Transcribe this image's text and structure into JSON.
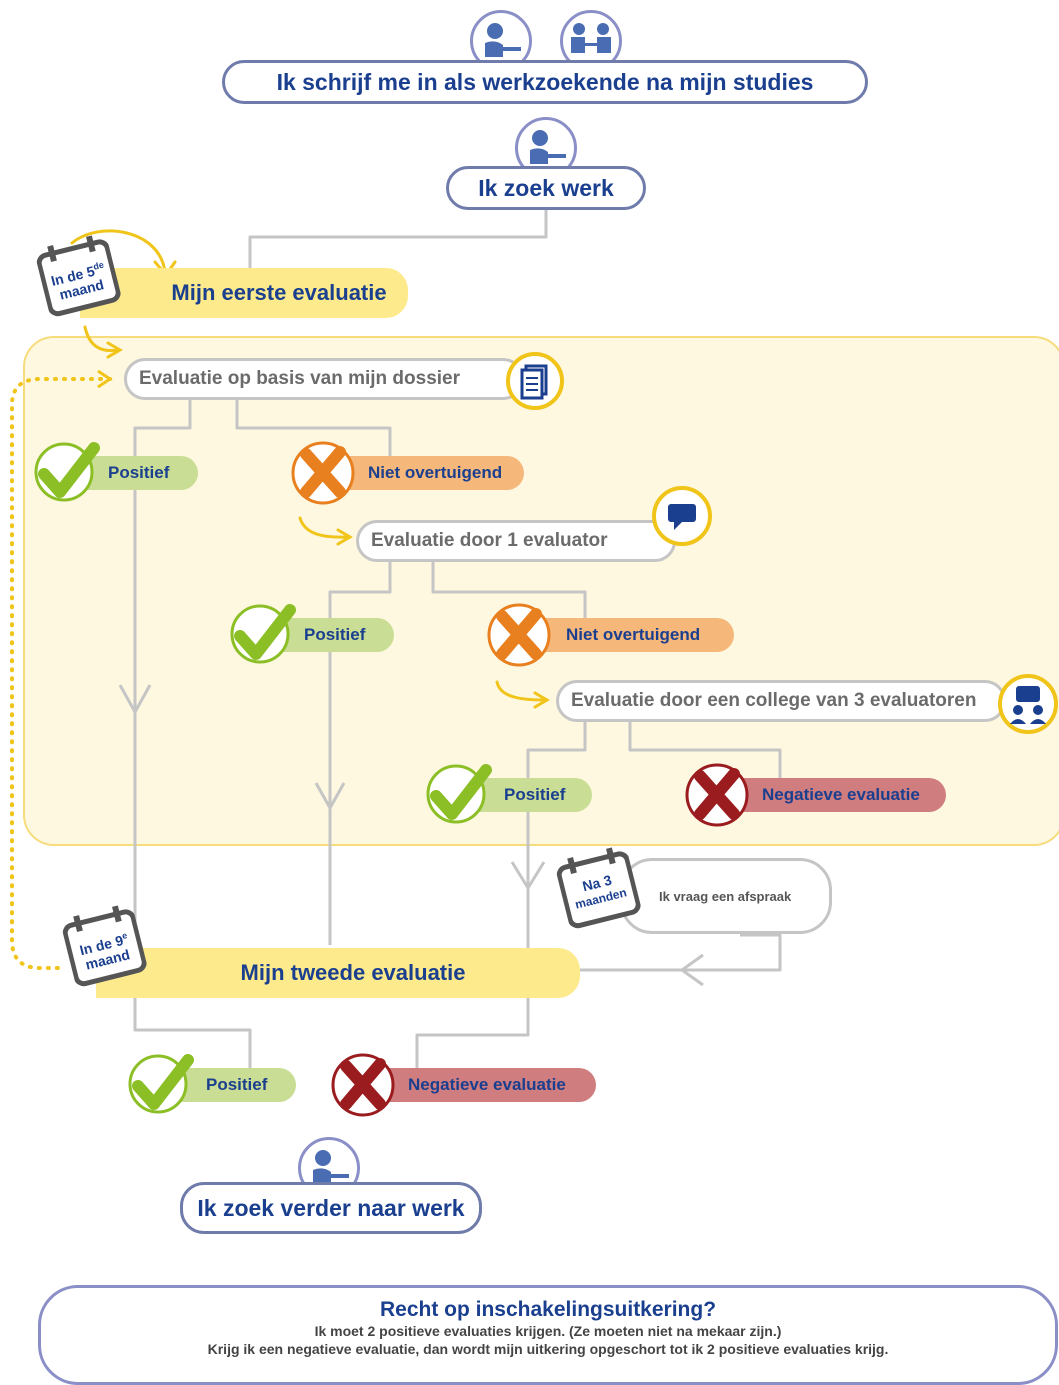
{
  "top": {
    "register_label": "Ik schrijf me in als werkzoekende na mijn studies",
    "search_label": "Ik zoek werk"
  },
  "first_eval": {
    "calendar": {
      "line1": "In de 5",
      "sup": "de",
      "line2": "maand"
    },
    "label": "Mijn eerste evaluatie"
  },
  "dossier_eval": "Evaluatie op basis van mijn dossier",
  "step1": {
    "positive": "Positief",
    "negative": "Niet overtuigend"
  },
  "evaluator_eval": "Evaluatie door 1 evaluator",
  "step2": {
    "positive": "Positief",
    "negative": "Niet overtuigend"
  },
  "college_eval": "Evaluatie door een college van 3 evaluatoren",
  "step3": {
    "positive": "Positief",
    "negative": "Negatieve evaluatie"
  },
  "appointment": {
    "calendar": {
      "line1": "Na 3",
      "line2": "maanden"
    },
    "label": "Ik vraag een afspraak"
  },
  "second_eval": {
    "calendar": {
      "line1": "In de 9",
      "sup": "e",
      "line2": "maand"
    },
    "label": "Mijn tweede evaluatie"
  },
  "final": {
    "positive": "Positief",
    "negative": "Negatieve evaluatie"
  },
  "end_label": "Ik zoek verder naar werk",
  "info_box": {
    "title": "Recht op inschakelingsuitkering?",
    "line1": "Ik moet 2 positieve evaluaties krijgen. (Ze moeten niet na mekaar zijn.)",
    "line2": "Krijg ik een negatieve evaluatie, dan wordt mijn uitkering opgeschort tot ik 2 positieve evaluaties krijg."
  },
  "colors": {
    "navy": "#1b3f8f",
    "pill_border": "#6f7bab",
    "yellow": "#fdea8c",
    "panel_bg": "#fef8e0",
    "green": "#8cbf26",
    "orange": "#e8801f",
    "red": "#9b1c1f",
    "grey_line": "#c5c5c5"
  }
}
